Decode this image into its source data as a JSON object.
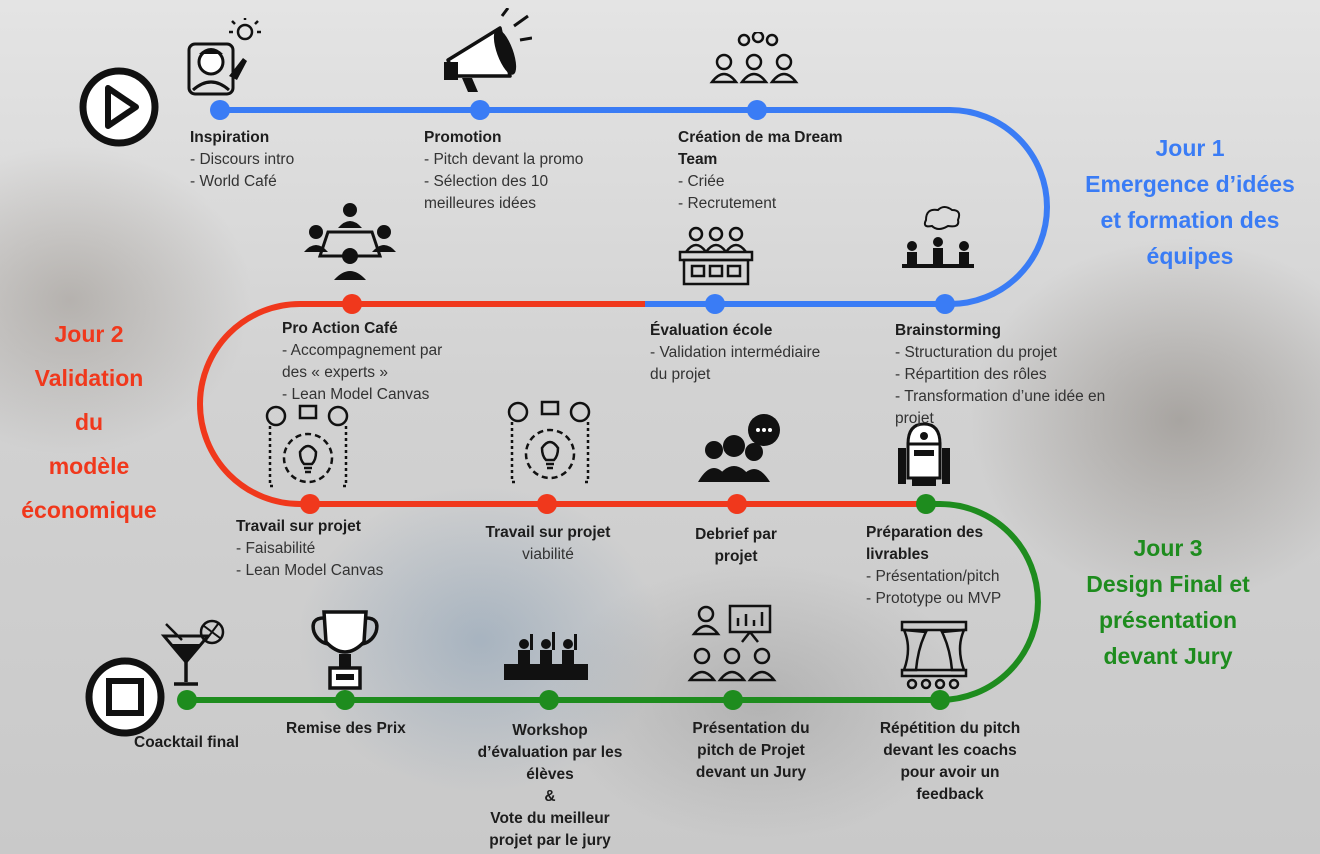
{
  "days": {
    "day1": {
      "title": "Jour 1",
      "lines": [
        "Emergence d’idées",
        "et  formation des",
        "équipes"
      ],
      "color": "#3a7cf5"
    },
    "day2": {
      "title": "Jour 2",
      "lines": [
        "Validation",
        "du",
        "modèle",
        "économique"
      ],
      "color": "#f0381c"
    },
    "day3": {
      "title": "Jour 3",
      "lines": [
        "Design  Final et",
        "présentation",
        "devant Jury"
      ],
      "color": "#1e8c1e"
    }
  },
  "steps": [
    {
      "title": "Inspiration",
      "items": [
        "- Discours intro",
        "- World Café"
      ]
    },
    {
      "title": "Promotion",
      "items": [
        "- Pitch devant la promo",
        "- Sélection des 10",
        "meilleures idées"
      ]
    },
    {
      "title": "Création de ma Dream",
      "title2": "Team",
      "items": [
        "- Criée",
        "- Recrutement"
      ]
    },
    {
      "title": "Pro Action Café",
      "items": [
        "- Accompagnement par",
        "des « experts »",
        "- Lean Model Canvas"
      ]
    },
    {
      "title": "Évaluation école",
      "items": [
        "- Validation intermédiaire",
        "du projet"
      ]
    },
    {
      "title": "Brainstorming",
      "items": [
        "- Structuration du projet",
        "- Répartition des rôles",
        "- Transformation d’une idée en",
        "projet"
      ]
    },
    {
      "title": "Travail sur projet",
      "items": [
        "- Faisabilité",
        "- Lean Model Canvas"
      ]
    },
    {
      "title": "Travail sur projet",
      "items": [
        "viabilité"
      ]
    },
    {
      "title": "Debrief par",
      "title2": "projet",
      "items": []
    },
    {
      "title": "Préparation des",
      "title2": "livrables",
      "items": [
        "- Présentation/pitch",
        "- Prototype ou MVP"
      ]
    },
    {
      "title": "Coacktail final",
      "items": []
    },
    {
      "title": "Remise des Prix",
      "items": []
    },
    {
      "title": "Workshop",
      "lines": [
        "d’évaluation par les",
        "élèves",
        "&",
        "Vote du meilleur",
        "projet par le jury"
      ]
    },
    {
      "title": "Présentation du",
      "lines": [
        "pitch de Projet",
        "devant un Jury"
      ]
    },
    {
      "title": "Répétition du pitch",
      "lines": [
        "devant les coachs",
        "pour  avoir un",
        "feedback"
      ]
    }
  ],
  "icons": [
    "play-icon",
    "idea-person-icon",
    "megaphone-icon",
    "team-icon",
    "meeting-table-icon",
    "jury-panel-icon",
    "brainstorm-icon",
    "gear-bulb-icon",
    "gear-bulb-icon",
    "group-chat-icon",
    "robot-icon",
    "stop-icon",
    "cocktail-icon",
    "trophy-icon",
    "voting-icon",
    "presentation-icon",
    "stage-icon"
  ],
  "colors": {
    "blue": "#3a7cf5",
    "red": "#f0381c",
    "green": "#1e8c1e"
  }
}
